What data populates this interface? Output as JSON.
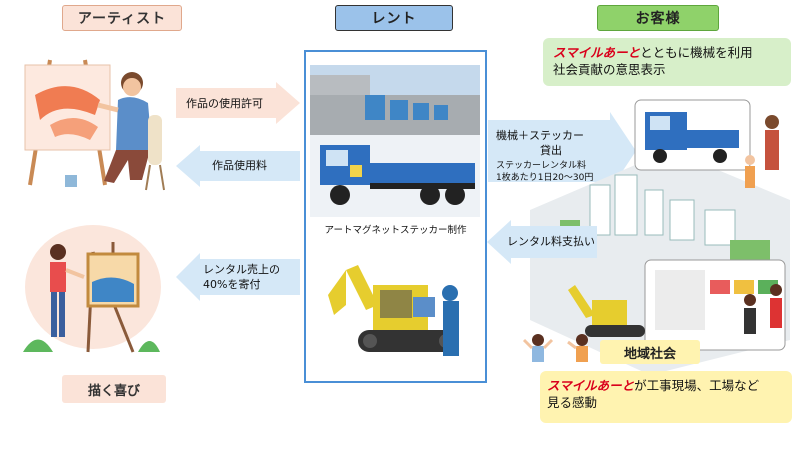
{
  "headers": {
    "artist": "アーティスト",
    "rent": "レント",
    "customer": "お客様"
  },
  "arrows": {
    "usage_permission": "作品の使用許可",
    "usage_fee": "作品使用料",
    "revenue_share_line1": "レンタル売上の",
    "revenue_share_line2": "40%を寄付",
    "machine_loan_line1": "機械＋ステッカー",
    "machine_loan_line2": "貸出",
    "sticker_fee_line1": "ステッカーレンタル料",
    "sticker_fee_line2": "1枚あたり1日20～30円",
    "rental_payment": "レンタル料支払い"
  },
  "center": {
    "caption": "アートマグネットステッカー制作"
  },
  "customer_box": {
    "brand": "スマイルあーと",
    "line1_rest": "とともに機械を利用",
    "line2": "社会貢献の意思表示"
  },
  "community_label": "地域社会",
  "bottom_box": {
    "brand": "スマイルあーと",
    "line1_rest": "が工事現場、工場など",
    "line2": "見る感動"
  },
  "artist_joy": "描く喜び"
}
